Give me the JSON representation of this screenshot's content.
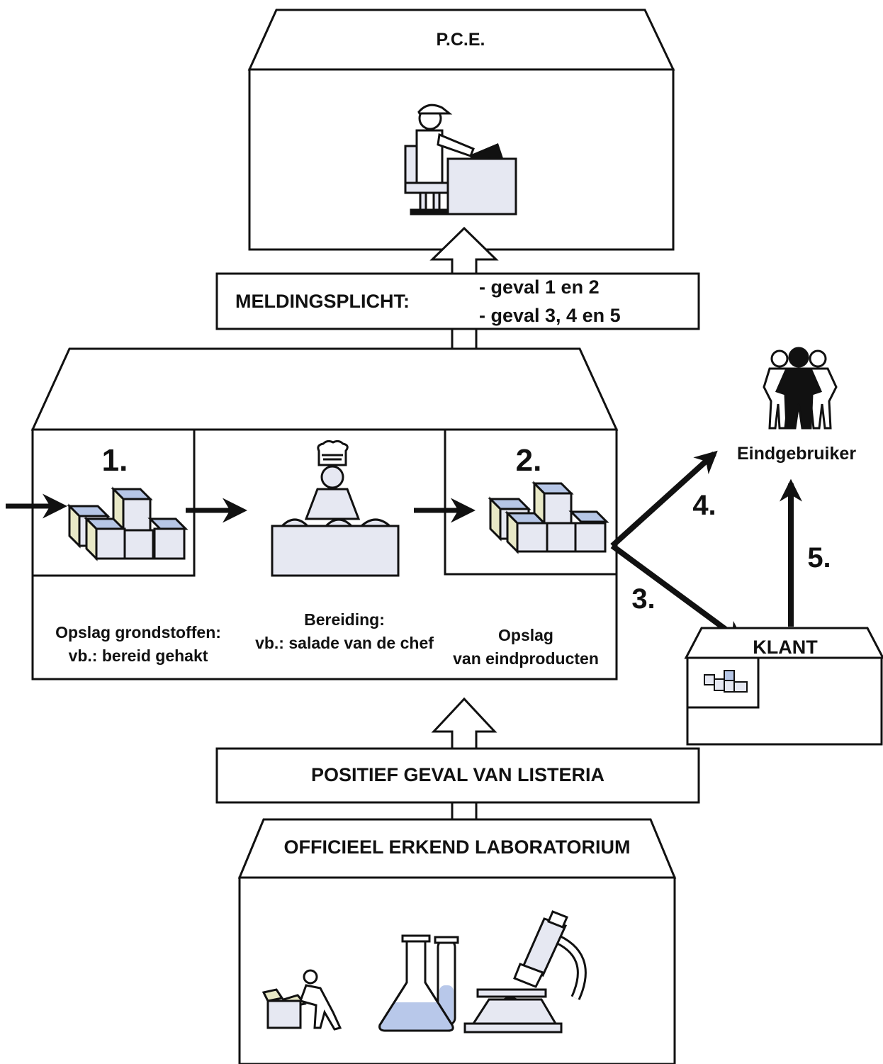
{
  "pce": {
    "title": "P.C.E."
  },
  "meldingsplicht": {
    "label": "MELDINGSPLICHT:",
    "case_line_1": "- geval 1 en 2",
    "case_line_2": "- geval 3, 4 en 5"
  },
  "company": {
    "step_1_number": "1.",
    "step_2_number": "2.",
    "storage_raw_line_1": "Opslag grondstoffen:",
    "storage_raw_line_2": "vb.: bereid gehakt",
    "preparation_line_1": "Bereiding:",
    "preparation_line_2": "vb.: salade van de chef",
    "storage_end_line_1": "Opslag",
    "storage_end_line_2": "van eindproducten"
  },
  "flows": {
    "case_3": "3.",
    "case_4": "4.",
    "case_5": "5."
  },
  "end_user": {
    "label": "Eindgebruiker"
  },
  "customer": {
    "label": "KLANT"
  },
  "positive_case": {
    "label": "POSITIEF GEVAL VAN  LISTERIA"
  },
  "laboratory": {
    "title": "OFFICIEEL ERKEND LABORATORIUM"
  },
  "colors": {
    "stroke": "#111111",
    "box_face": "#e6e8f2",
    "box_top": "#b6c6e6",
    "box_side": "#e8e8c6",
    "liquid": "#b8c8ea"
  },
  "icons": {
    "worker_at_desk": "person-at-desk-icon",
    "chef": "chef-icon",
    "crates": "stacked-boxes-icon",
    "people": "group-of-people-icon",
    "lab_flasks": "lab-flask-icon",
    "microscope": "microscope-icon",
    "courier": "person-with-box-icon"
  }
}
